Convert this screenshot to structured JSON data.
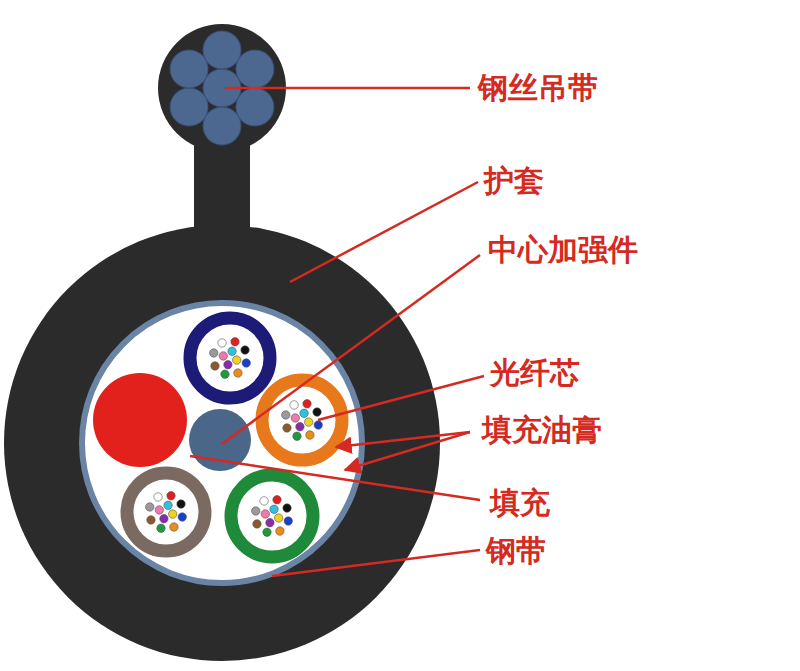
{
  "diagram": {
    "labels": [
      "钢丝吊带",
      "护套",
      "中心加强件",
      "光纤芯",
      "填充油膏",
      "填充",
      "钢带"
    ]
  }
}
